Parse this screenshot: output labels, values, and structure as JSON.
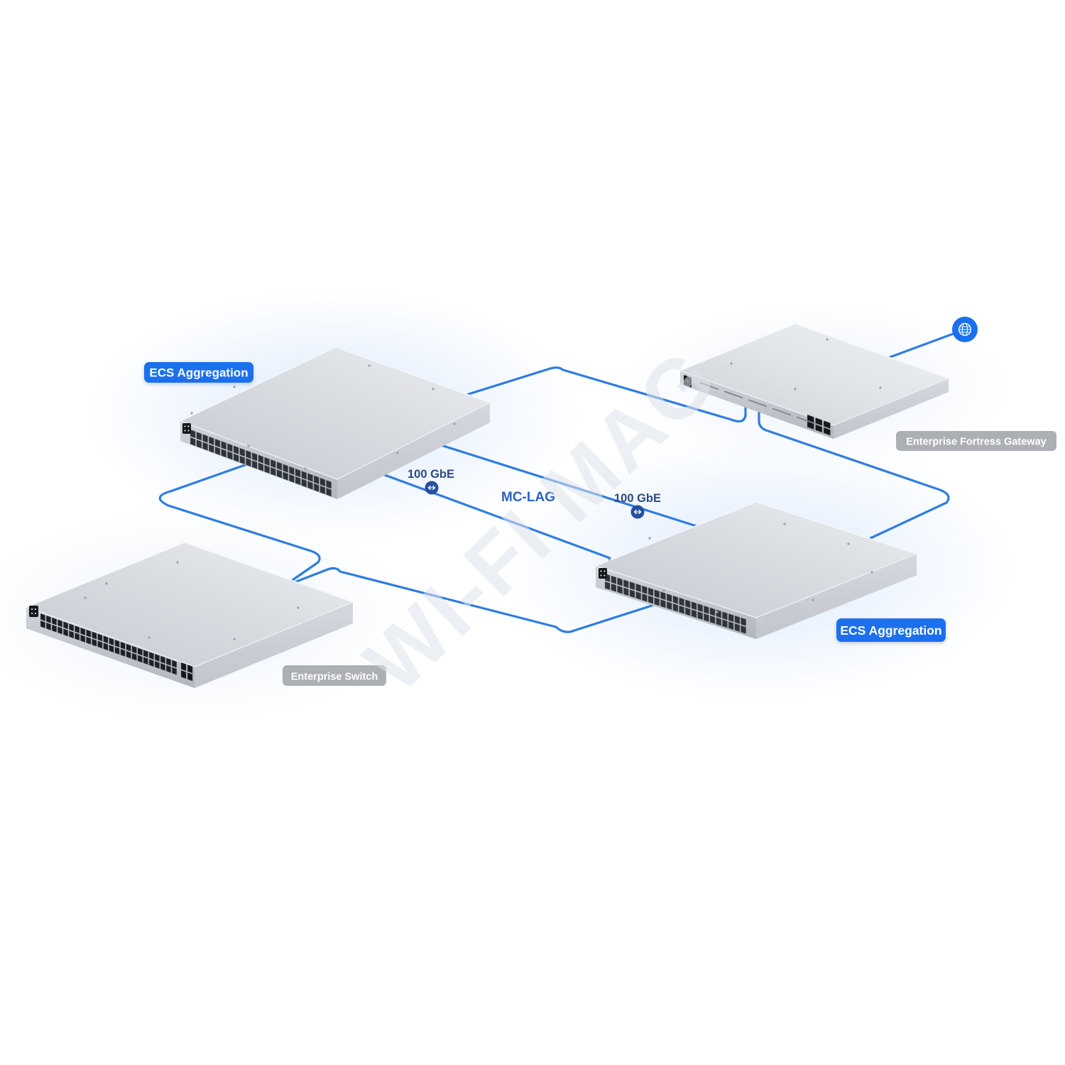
{
  "labels": {
    "link_speed_left": "100 GbE",
    "link_speed_right": "100 GbE",
    "mc_lag": "MC-LAG",
    "watermark": "WI-FI MAG"
  },
  "devices": [
    {
      "id": "ecs_aggregation_top",
      "label": "ECS Aggregation",
      "badge": "blue"
    },
    {
      "id": "enterprise_fortress_gateway",
      "label": "Enterprise Fortress Gateway",
      "badge": "gray"
    },
    {
      "id": "enterprise_switch",
      "label": "Enterprise Switch",
      "badge": "gray"
    },
    {
      "id": "ecs_aggregation_bottom",
      "label": "ECS Aggregation",
      "badge": "blue"
    }
  ],
  "connections": [
    {
      "from": "ecs_aggregation_top",
      "to": "enterprise_fortress_gateway"
    },
    {
      "from": "enterprise_fortress_gateway",
      "to": "internet",
      "via": "globe-icon"
    },
    {
      "from": "enterprise_fortress_gateway",
      "to": "ecs_aggregation_bottom"
    },
    {
      "from": "ecs_aggregation_top",
      "to": "ecs_aggregation_bottom",
      "label": "MC-LAG",
      "links": [
        {
          "speed": "100 GbE"
        },
        {
          "speed": "100 GbE"
        }
      ]
    },
    {
      "from": "ecs_aggregation_top",
      "to": "enterprise_switch"
    },
    {
      "from": "enterprise_switch",
      "to": "ecs_aggregation_bottom"
    }
  ],
  "icons": {
    "globe": "internet-globe-icon",
    "speed_badge": "bidirectional-arrow-icon"
  },
  "colors": {
    "accent_blue": "#1a70ee",
    "line_blue": "#2e7de2",
    "link_text_navy": "#2b4a80",
    "mc_lag_blue": "#2d62c4",
    "speed_badge_navy": "#25519f",
    "gray_pill": "rgba(158,161,166,0.85)",
    "glow_blue": "#b5d2fb"
  }
}
